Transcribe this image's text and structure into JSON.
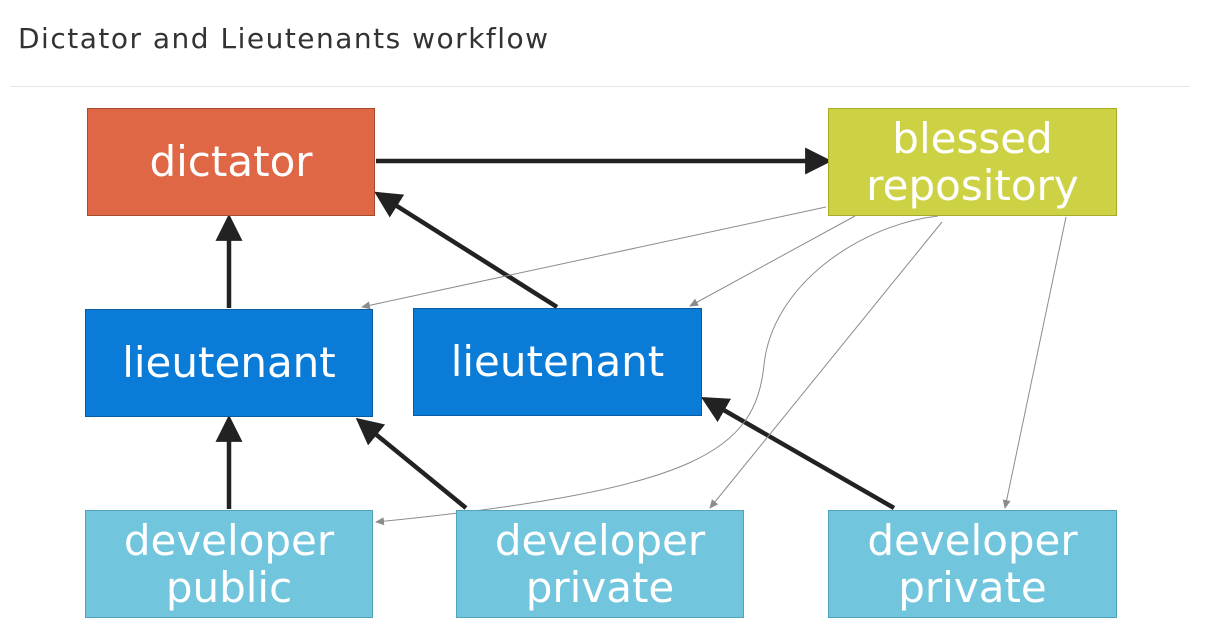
{
  "slide": {
    "title": "Dictator and Lieutenants workflow"
  },
  "nodes": {
    "dictator": {
      "label": "dictator",
      "color": "#e06745"
    },
    "blessed": {
      "line1": "blessed",
      "line2": "repository",
      "color": "#cdd245"
    },
    "lieutenant_left": {
      "label": "lieutenant",
      "color": "#0a7bd7"
    },
    "lieutenant_right": {
      "label": "lieutenant",
      "color": "#0a7bd7"
    },
    "developer_public": {
      "line1": "developer",
      "line2": "public",
      "color": "#71c5dd"
    },
    "developer_private_center": {
      "line1": "developer",
      "line2": "private",
      "color": "#71c5dd"
    },
    "developer_private_right": {
      "line1": "developer",
      "line2": "private",
      "color": "#71c5dd"
    }
  },
  "edges": {
    "thick_color": "#222222",
    "thin_color": "#8c8c8c"
  }
}
